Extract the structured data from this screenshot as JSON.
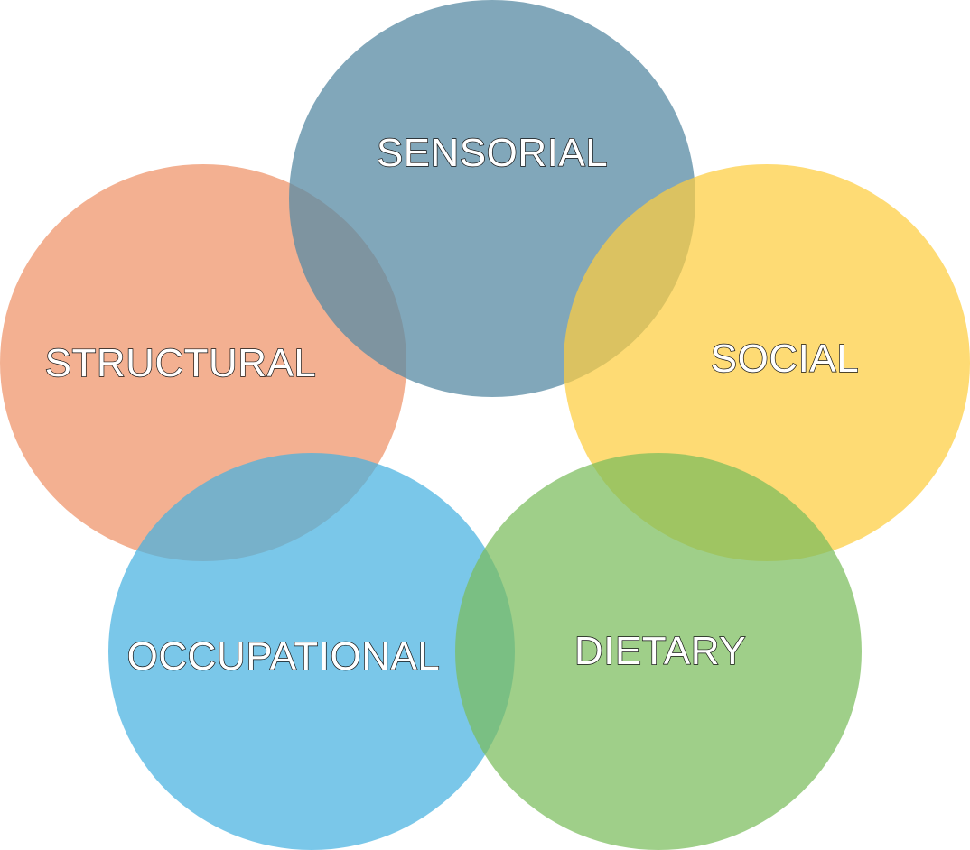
{
  "diagram": {
    "circles": [
      {
        "id": "structural",
        "label": "STRUCTURAL",
        "color": "#ee9266",
        "opacity": 0.72
      },
      {
        "id": "sensorial",
        "label": "SENSORIAL",
        "color": "#5a8ba4",
        "opacity": 0.76
      },
      {
        "id": "social",
        "label": "SOCIAL",
        "color": "#fdcd3f",
        "opacity": 0.72
      },
      {
        "id": "occupational",
        "label": "OCCUPATIONAL",
        "color": "#46b1e0",
        "opacity": 0.72
      },
      {
        "id": "dietary",
        "label": "DIETARY",
        "color": "#7abd5c",
        "opacity": 0.72
      }
    ]
  }
}
